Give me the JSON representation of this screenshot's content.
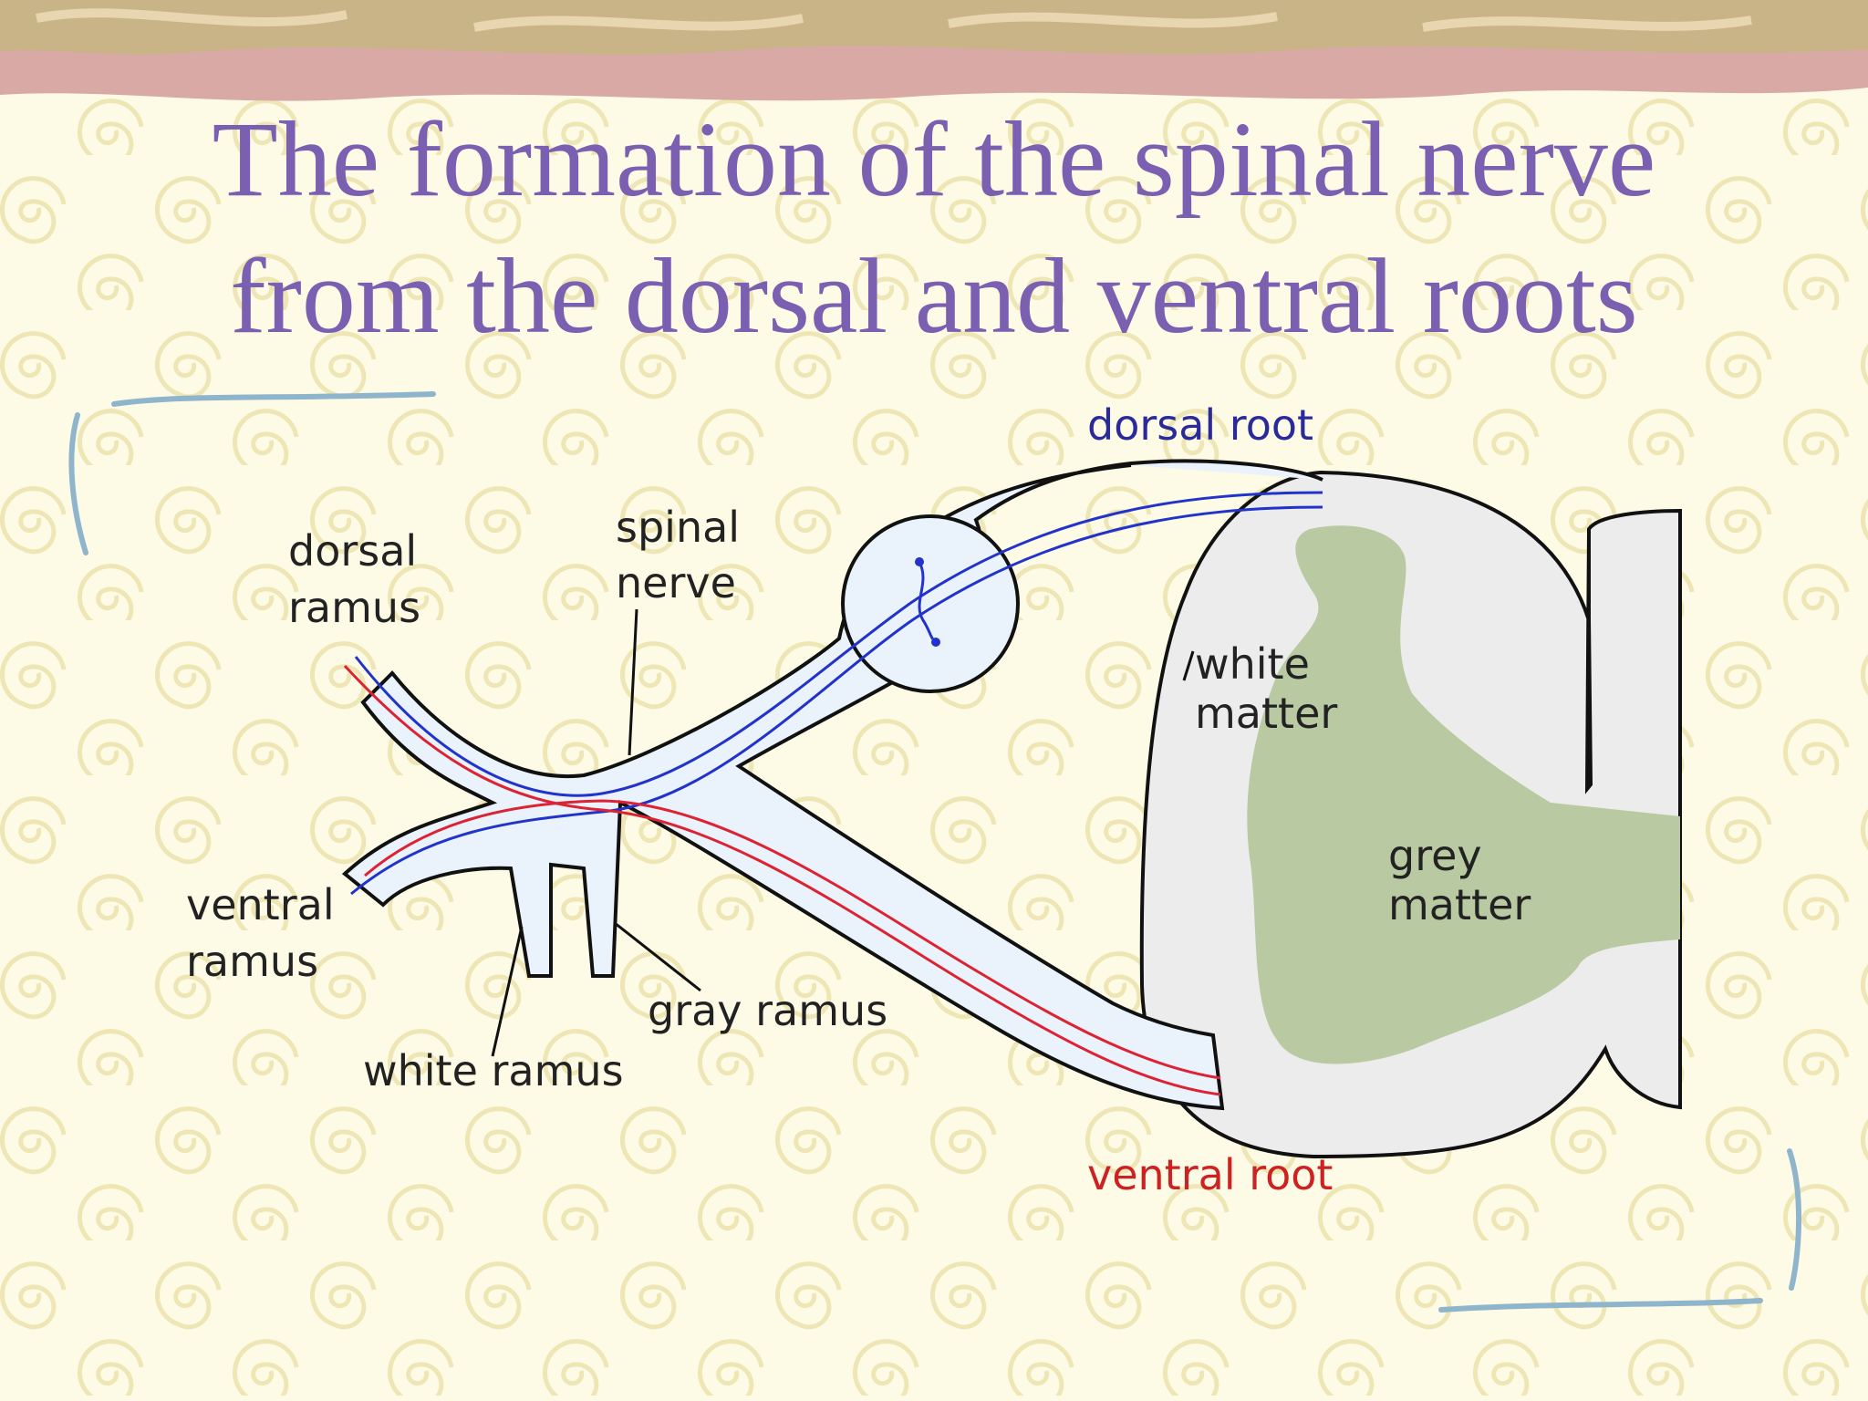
{
  "slide": {
    "title_line1": "The formation of the spinal nerve",
    "title_line2": "from the dorsal and ventral roots"
  },
  "diagram": {
    "labels": {
      "dorsal_root": "dorsal root",
      "ventral_root": "ventral root",
      "spinal_nerve_1": "spinal",
      "spinal_nerve_2": "nerve",
      "dorsal_ramus_1": "dorsal",
      "dorsal_ramus_2": "ramus",
      "ventral_ramus_1": "ventral",
      "ventral_ramus_2": "ramus",
      "white_ramus": "white ramus",
      "gray_ramus": "gray ramus",
      "white_matter_1": "white",
      "white_matter_2": "matter",
      "grey_matter_1": "grey",
      "grey_matter_2": "matter"
    },
    "colors": {
      "dorsal_fiber": "#2233cc",
      "ventral_fiber": "#dd2233",
      "dorsal_label": "#2a2a9a",
      "ventral_label": "#cc2222",
      "nerve_fill": "#eaf3fb",
      "grey_matter": "#b9c9a2",
      "white_matter": "#ececec",
      "title": "#7b5fb0"
    }
  }
}
